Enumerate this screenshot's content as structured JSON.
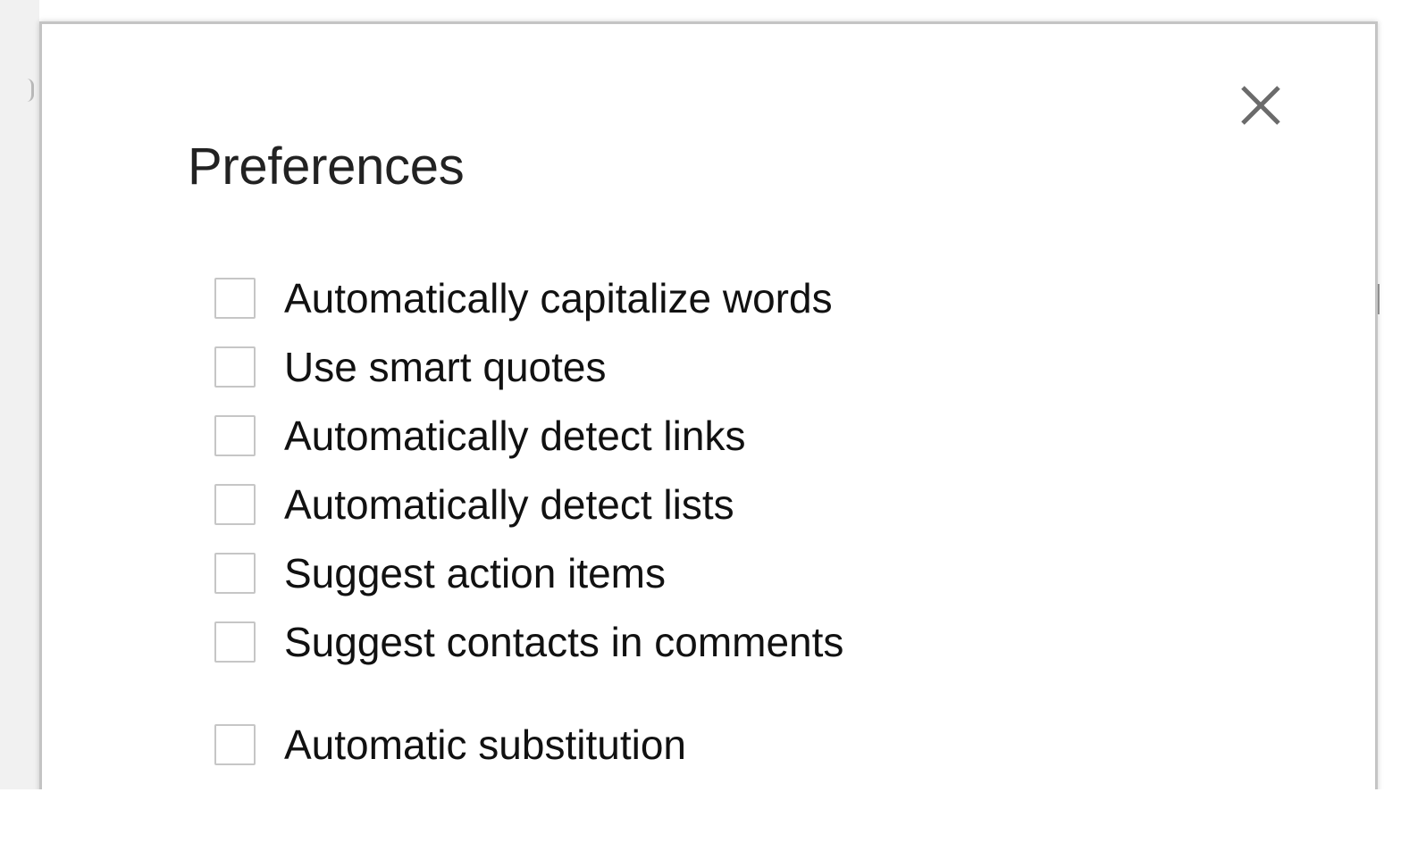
{
  "dialog": {
    "title": "Preferences",
    "close_icon": "close-icon",
    "options": [
      {
        "label": "Automatically capitalize words",
        "checked": false
      },
      {
        "label": "Use smart quotes",
        "checked": false
      },
      {
        "label": "Automatically detect links",
        "checked": false
      },
      {
        "label": "Automatically detect lists",
        "checked": false
      },
      {
        "label": "Suggest action items",
        "checked": false
      },
      {
        "label": "Suggest contacts in comments",
        "checked": false
      },
      {
        "label": "Automatic substitution",
        "checked": false
      }
    ]
  },
  "colors": {
    "title_text": "#222222",
    "label_text": "#111111",
    "checkbox_border": "#c6c6c6",
    "dialog_border": "#c4c4c4",
    "close_icon": "#6b6b6b"
  }
}
